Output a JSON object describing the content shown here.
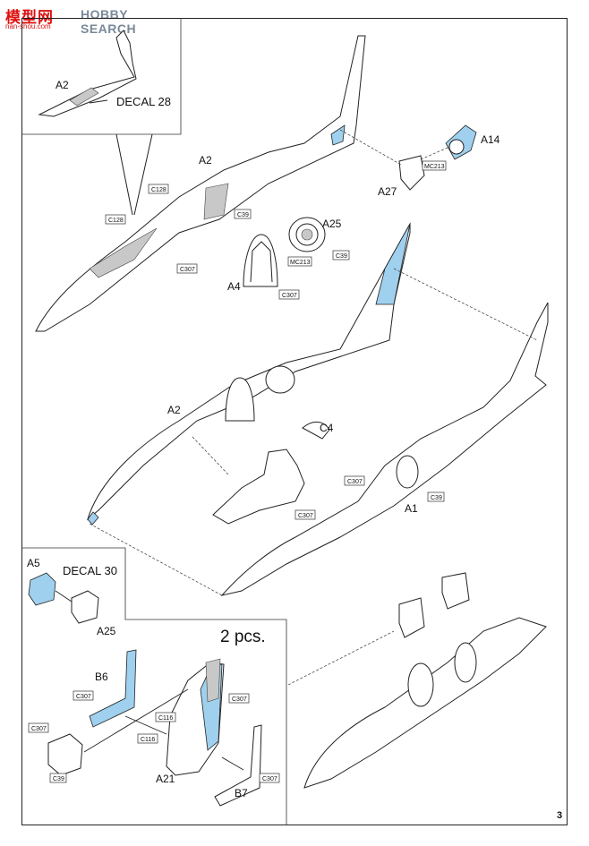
{
  "watermark": {
    "logo": "模型网",
    "sub": "nan-shou.com",
    "search": "HOBBY SEARCH"
  },
  "page_number": "3",
  "inset_top": {
    "part": "A2",
    "decal": "DECAL 28"
  },
  "inset_seat": {
    "part_a5": "A5",
    "decal": "DECAL 30",
    "part_a25": "A25"
  },
  "seat_box": {
    "quantity": "2 pcs.",
    "parts": {
      "b6": "B6",
      "a21": "A21",
      "b7": "B7"
    }
  },
  "part_labels": {
    "a2_top": "A2",
    "a14": "A14",
    "a27": "A27",
    "a25": "A25",
    "a4": "A4",
    "a2_mid": "A2",
    "c4": "C4",
    "a1": "A1"
  },
  "color_tags": {
    "c128": "C128",
    "c39": "C39",
    "c307": "C307",
    "mc213": "MC213",
    "c116": "C116"
  }
}
